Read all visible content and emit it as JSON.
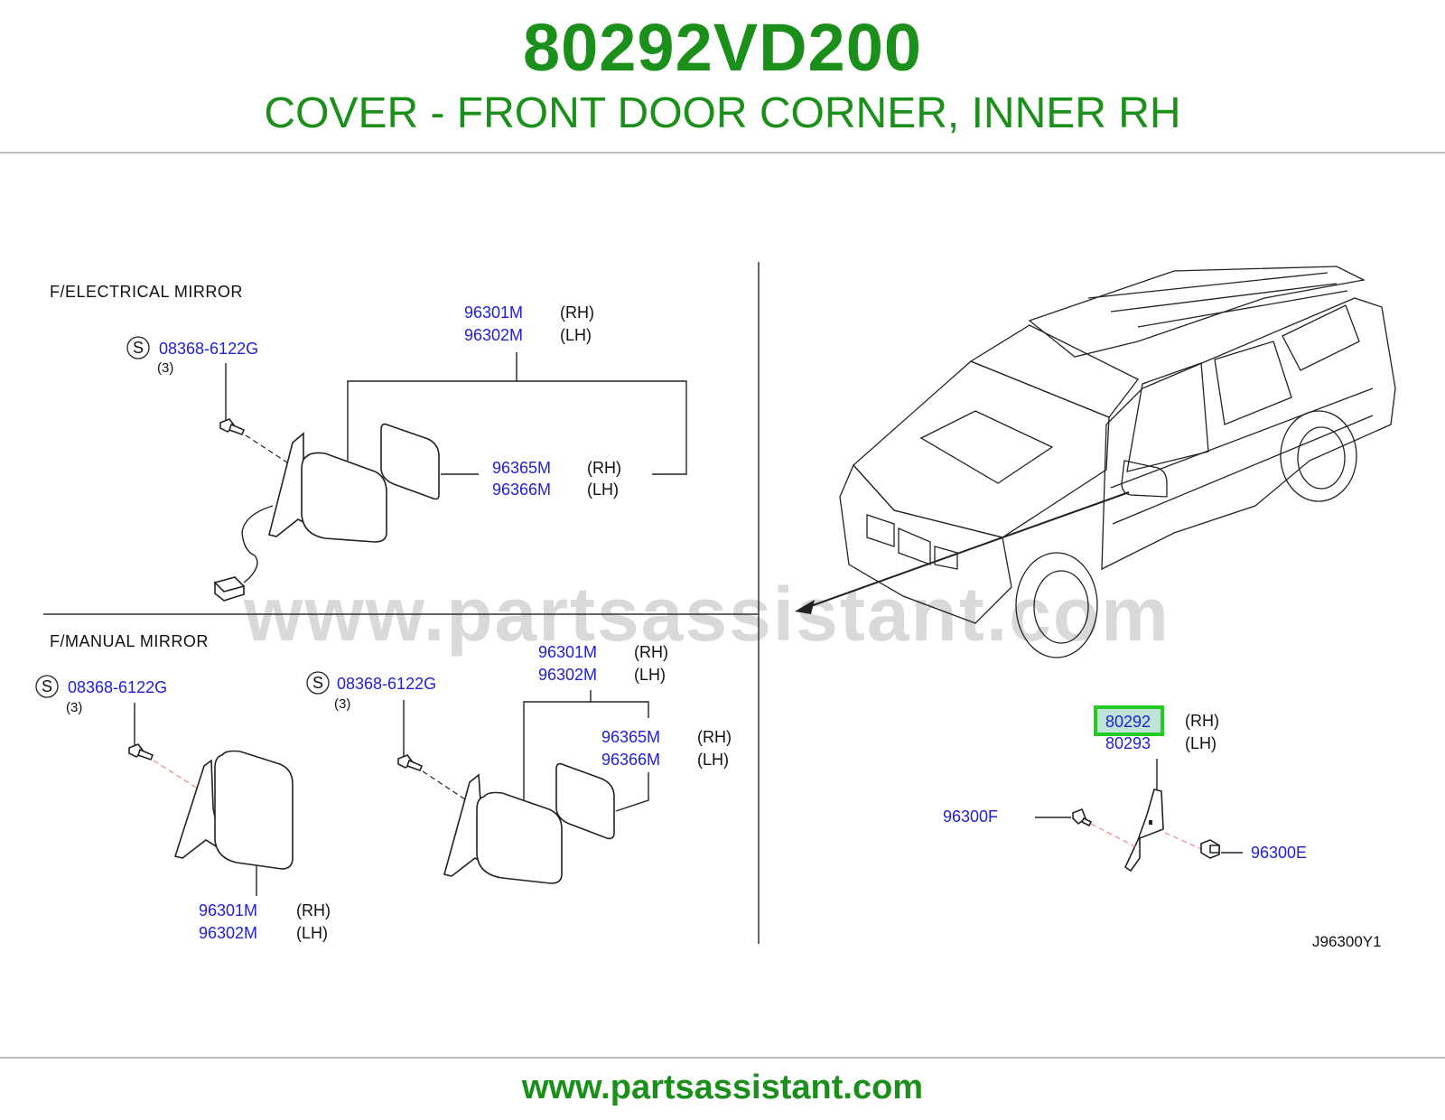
{
  "header": {
    "part_number": "80292VD200",
    "description": "COVER - FRONT DOOR CORNER, INNER RH"
  },
  "footer": {
    "url": "www.partsassistant.com"
  },
  "watermark": {
    "text": "www.partsassistant.com"
  },
  "diagram": {
    "code": "J96300Y1",
    "sections": {
      "electrical": {
        "title": "F/ELECTRICAL   MIRROR",
        "screw": {
          "symbol": "S",
          "part": "08368-6122G",
          "qty": "(3)"
        },
        "mirror_rh": "96301M",
        "mirror_lh": "96302M",
        "glass_rh": "96365M",
        "glass_lh": "96366M",
        "rh": "(RH)",
        "lh": "(LH)"
      },
      "manual": {
        "title": "F/MANUAL   MIRROR",
        "screw_left": {
          "symbol": "S",
          "part": "08368-6122G",
          "qty": "(3)"
        },
        "screw_right": {
          "symbol": "S",
          "part": "08368-6122G",
          "qty": "(3)"
        },
        "mirror_top_rh": "96301M",
        "mirror_top_lh": "96302M",
        "glass_rh": "96365M",
        "glass_lh": "96366M",
        "mirror_bottom_rh": "96301M",
        "mirror_bottom_lh": "96302M",
        "rh": "(RH)",
        "lh": "(LH)"
      },
      "cover": {
        "part_rh": "80292",
        "part_lh": "80293",
        "screw": "96300F",
        "clip": "96300E",
        "rh": "(RH)",
        "lh": "(LH)"
      }
    }
  },
  "colors": {
    "brand_green": "#1a8f1a",
    "label_blue": "#1f1fd6",
    "highlight_green": "#22cc22",
    "highlight_fill": "#bfe3d8"
  }
}
